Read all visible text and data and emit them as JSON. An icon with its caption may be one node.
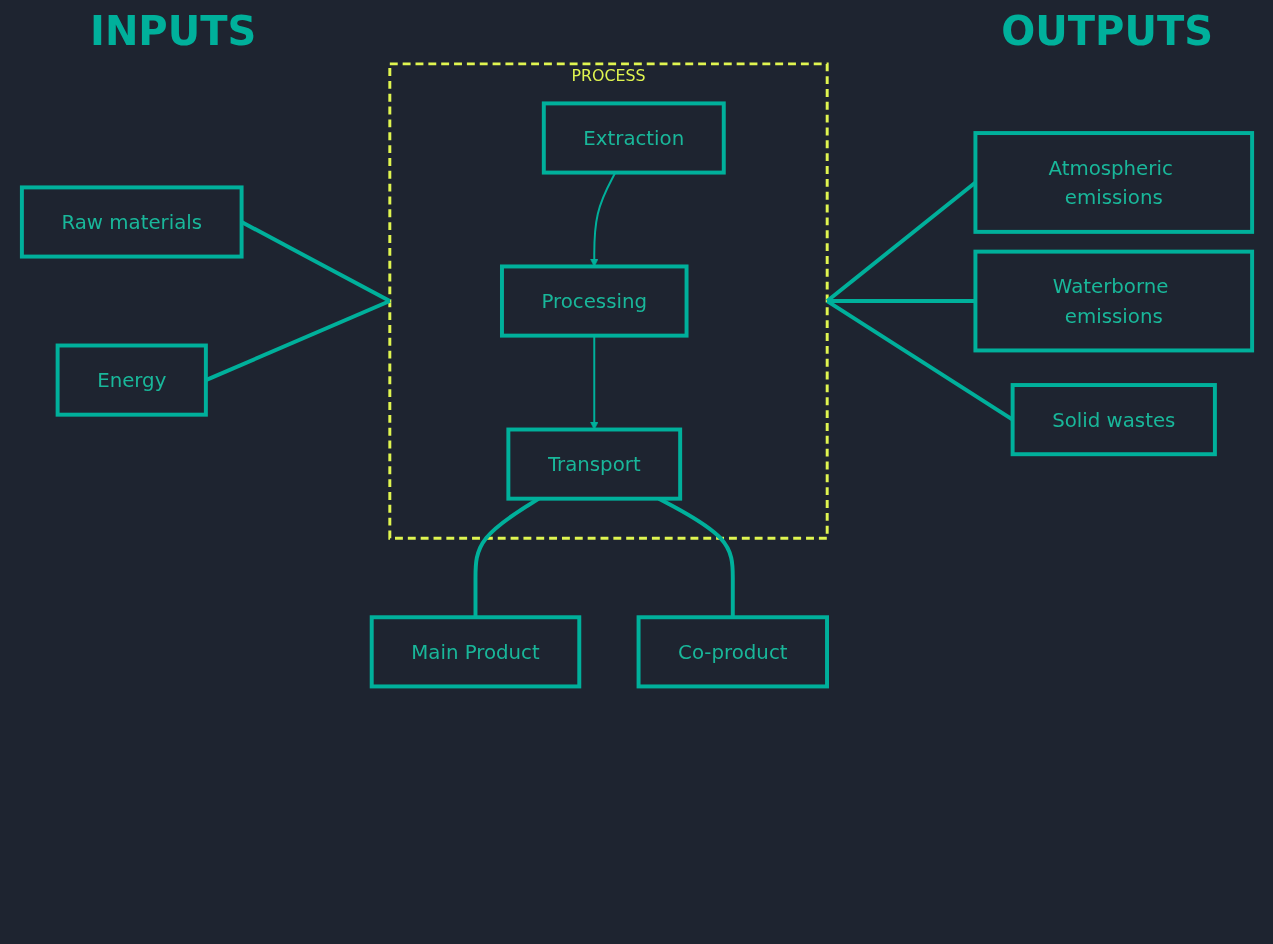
{
  "diagram": {
    "nodes": [
      {
        "text": [
          "PROCESS"
        ]
      },
      {
        "text": [
          "Extraction"
        ],
        "in": 0
      },
      {
        "text": [
          "Processing"
        ],
        "in": 0
      },
      {
        "text": [
          "Transport"
        ],
        "in": 0
      },
      {
        "text": [
          "Raw materials"
        ]
      },
      {
        "text": [
          "Energy"
        ]
      },
      {
        "text": [
          "Atmospheric emissions"
        ]
      },
      {
        "text": [
          "Waterborne emissions"
        ]
      },
      {
        "text": [
          "Solid wastes"
        ]
      },
      {
        "text": [
          "Main Product"
        ]
      },
      {
        "text": [
          "Co-product"
        ]
      }
    ],
    "edges": [
      {
        "from": 4,
        "to": 0,
        "arrow": "none"
      },
      {
        "from": 5,
        "to": 0,
        "arrow": "none"
      },
      {
        "from": 1,
        "to": 2,
        "arrow": "to"
      },
      {
        "from": 2,
        "to": 3,
        "arrow": "to"
      },
      {
        "from": 0,
        "to": 6,
        "arrow": "none"
      },
      {
        "from": 0,
        "to": 7,
        "arrow": "none"
      },
      {
        "from": 0,
        "to": 8,
        "arrow": "none"
      },
      {
        "from": 3,
        "to": 9,
        "arrow": "none"
      },
      {
        "from": 3,
        "to": 10,
        "arrow": "none"
      }
    ],
    "labels": [
      "INPUTS",
      "OUTPUTS"
    ]
  }
}
